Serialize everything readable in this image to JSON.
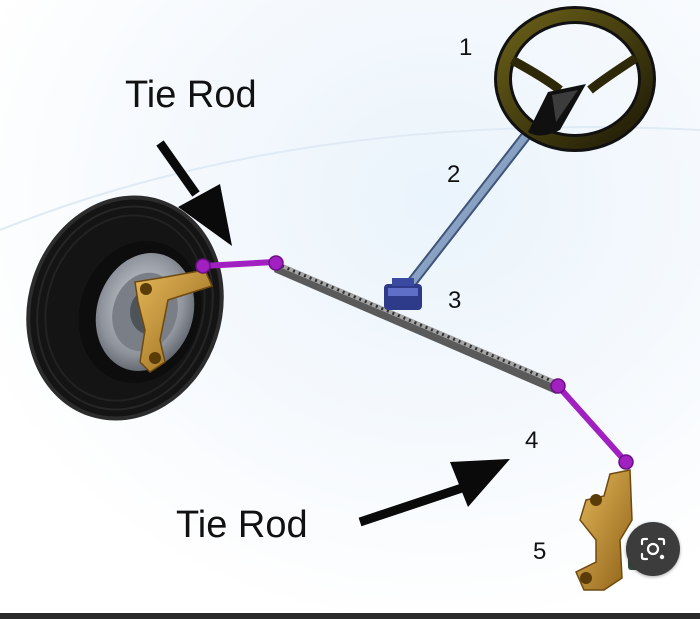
{
  "labels": {
    "tie_rod_top": "Tie Rod",
    "tie_rod_bottom": "Tie Rod",
    "part_1": "1",
    "part_2": "2",
    "part_3": "3",
    "part_4": "4",
    "part_5": "5"
  },
  "icons": {
    "lens_button": "camera-lens-icon"
  },
  "colors": {
    "tie_rod": "#a020c0",
    "knuckle": "#c8962a",
    "steering_column": "#7a98c0",
    "pinion": "#3a4aa0",
    "rack": "#7a7a7a",
    "tire": "#151515",
    "wheel_rim": "#9ea2aa",
    "steering_wheel": "#3a3510",
    "arrow": "#0a0a0a"
  }
}
